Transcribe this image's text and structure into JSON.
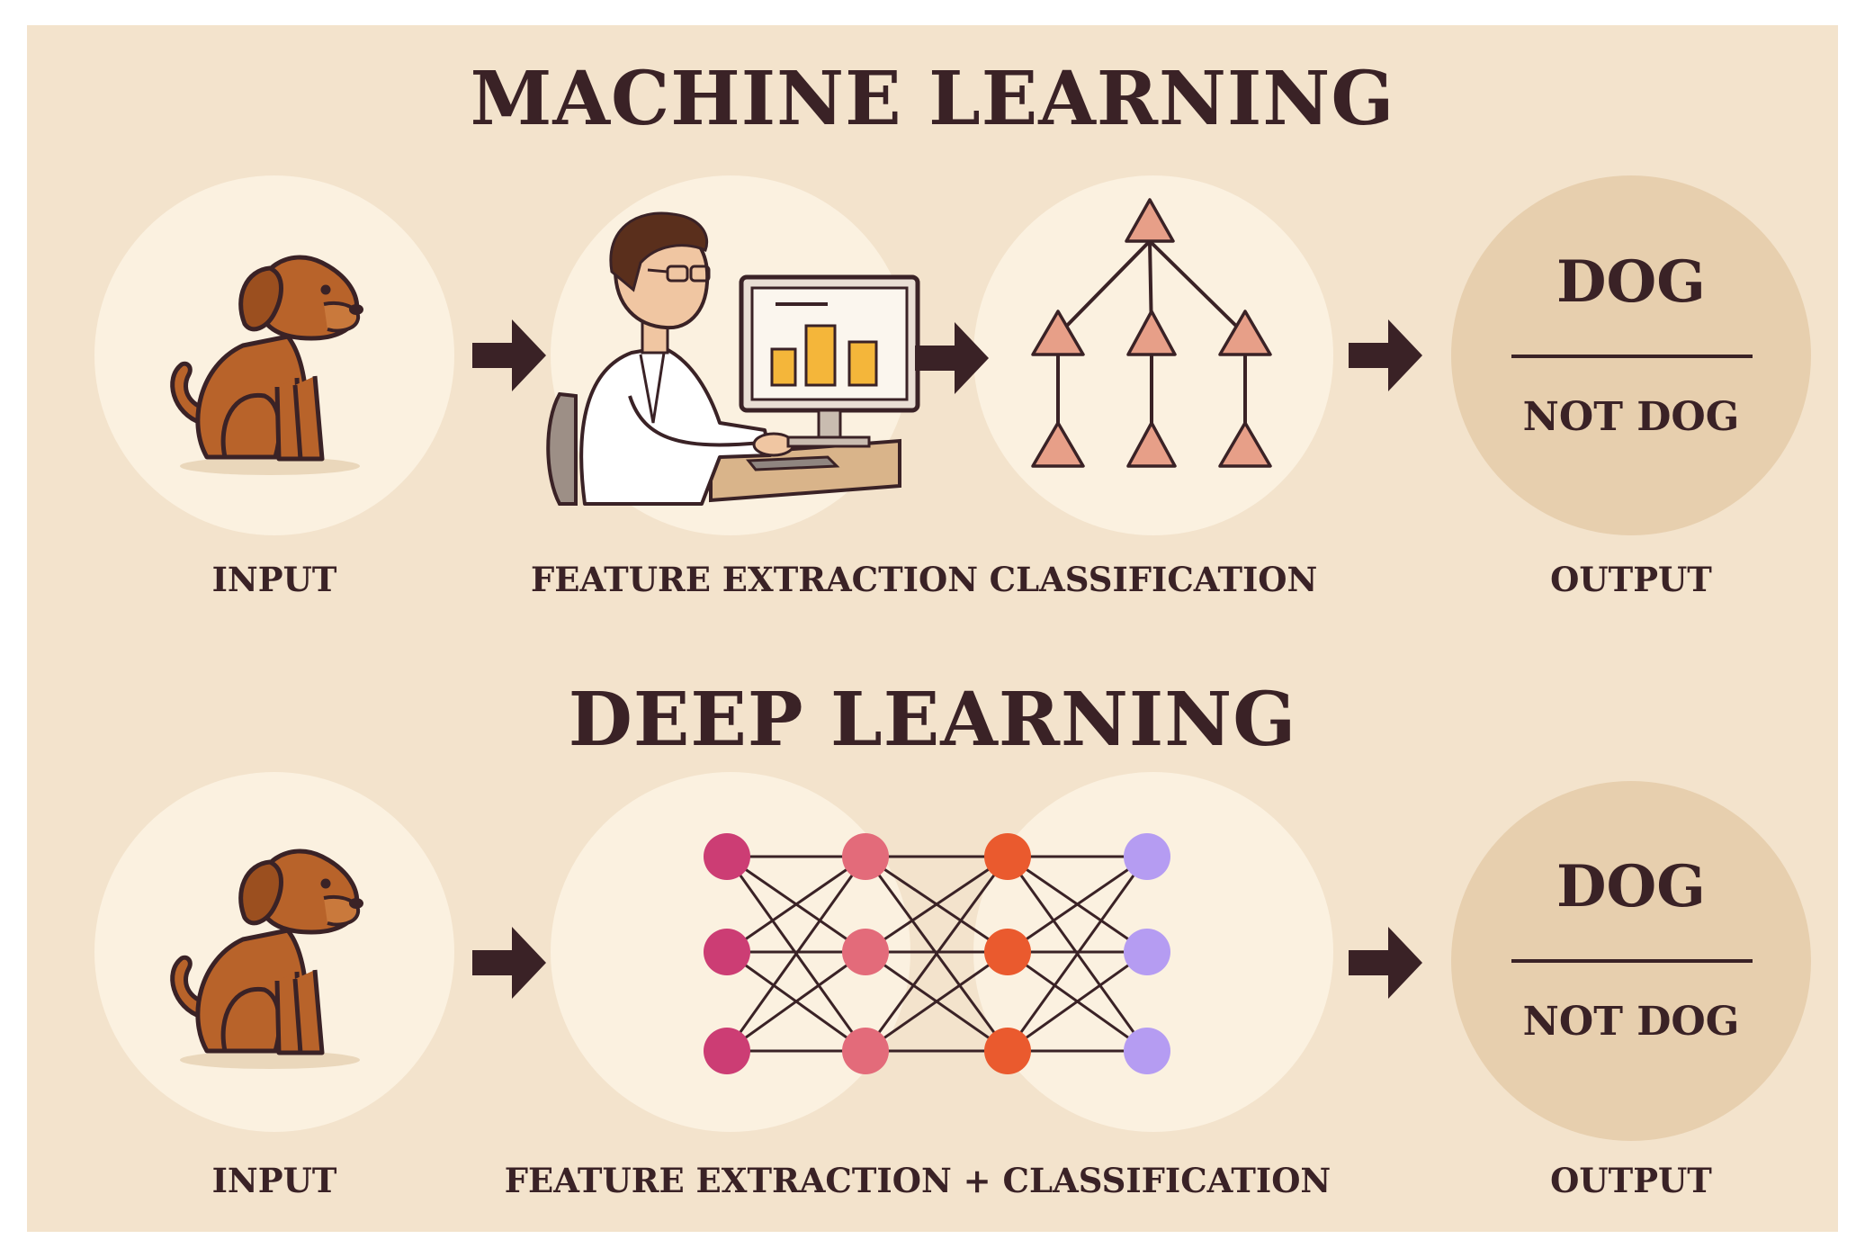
{
  "machine_learning": {
    "title": "MACHINE LEARNING",
    "steps": [
      "INPUT",
      "FEATURE EXTRACTION",
      "CLASSIFICATION",
      "OUTPUT"
    ],
    "output": {
      "primary": "DOG",
      "secondary": "NOT DOG"
    }
  },
  "deep_learning": {
    "title": "DEEP LEARNING",
    "steps": [
      "INPUT",
      "FEATURE EXTRACTION + CLASSIFICATION",
      "OUTPUT"
    ],
    "output": {
      "primary": "DOG",
      "secondary": "NOT DOG"
    }
  },
  "colors": {
    "background": "#f3e3cc",
    "circle": "#fbf1e0",
    "output_circle": "#e7cfae",
    "text": "#3a2226",
    "dog": "#b8632a",
    "tree_node": "#e79f88",
    "nn_layer1": "#cc3d74",
    "nn_layer2": "#e36b7a",
    "nn_layer3": "#ea5a2e",
    "nn_layer4": "#b59cf2"
  },
  "icons": [
    "dog-icon",
    "scientist-at-computer-icon",
    "decision-tree-icon",
    "neural-network-icon",
    "arrow-right-icon"
  ]
}
